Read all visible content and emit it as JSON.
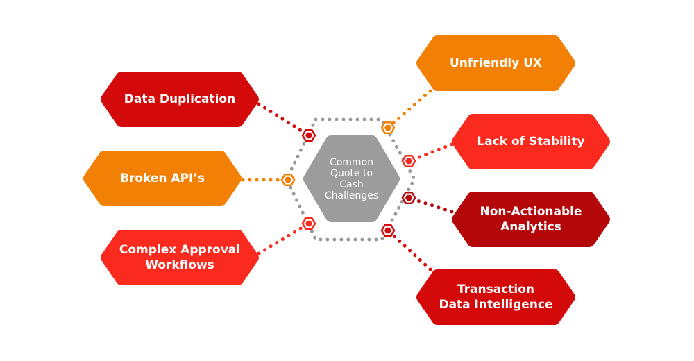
{
  "center": {
    "label": "Common\nQuote to\nCash\nChallenges",
    "color": "#9c9c9c"
  },
  "colors": {
    "orange": "#f28005",
    "red": "#fb2a1e",
    "dark_red": "#d40a0a",
    "deep_red": "#b3070a",
    "ring": "#999999"
  },
  "challenges": [
    {
      "label": "Data Duplication",
      "color": "#d40a0a",
      "side": "left"
    },
    {
      "label": "Broken API’s",
      "color": "#f28005",
      "side": "left"
    },
    {
      "label": "Complex Approval\nWorkflows",
      "color": "#fb2a1e",
      "side": "left"
    },
    {
      "label": "Unfriendly UX",
      "color": "#f28005",
      "side": "right"
    },
    {
      "label": "Lack of Stability",
      "color": "#fb2a1e",
      "side": "right"
    },
    {
      "label": "Non-Actionable\nAnalytics",
      "color": "#b3070a",
      "side": "right"
    },
    {
      "label": "Transaction\nData Intelligence",
      "color": "#d40a0a",
      "side": "right"
    }
  ]
}
